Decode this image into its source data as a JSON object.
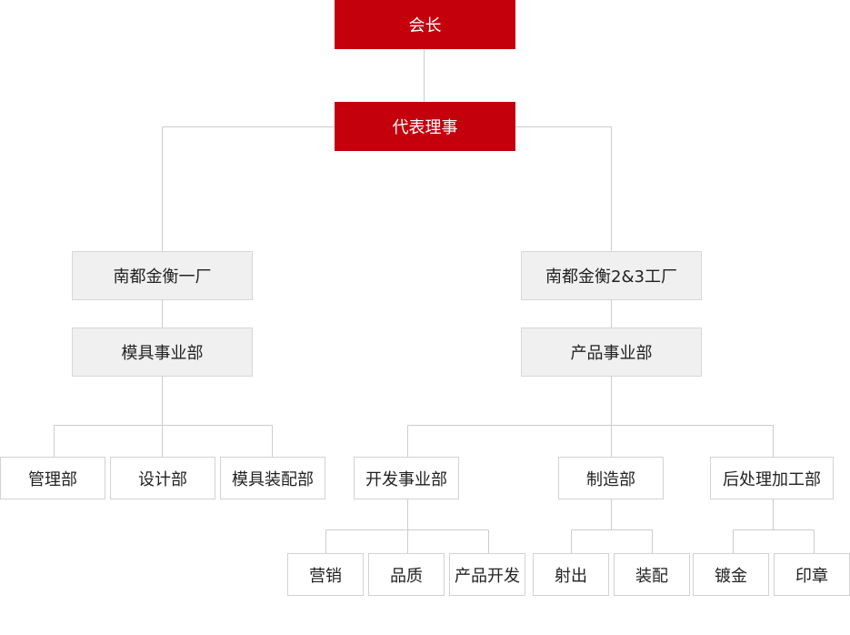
{
  "org": {
    "chairman": "会长",
    "ceo": "代表理事",
    "plant1": "南都金衡一厂",
    "plant23": "南都金衡2&3工厂",
    "mold_div": "模具事业部",
    "product_div": "产品事业部",
    "mgmt": "管理部",
    "design": "设计部",
    "mold_assembly": "模具装配部",
    "dev_div": "开发事业部",
    "manufacturing": "制造部",
    "post_processing": "后处理加工部",
    "marketing": "营销",
    "quality": "品质",
    "product_dev": "产品开发",
    "injection": "射出",
    "assembly": "装配",
    "plating": "镀金",
    "printing": "印章"
  },
  "colors": {
    "accent": "#c4000d",
    "gray_box": "#f0f0f0",
    "line": "#cccccc"
  }
}
